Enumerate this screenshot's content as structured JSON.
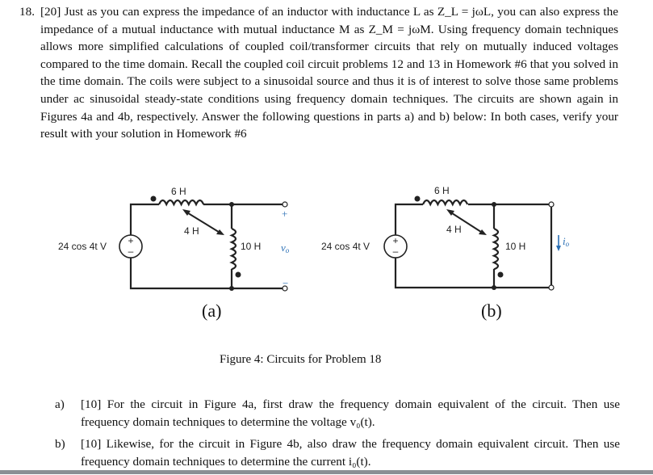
{
  "problem": {
    "number": "18.",
    "text": "[20] Just as you can express the impedance of an inductor with inductance L as Z_L = jωL, you can also express the impedance of a mutual inductance with mutual inductance M as Z_M = jωM. Using frequency domain techniques allows more simplified calculations of coupled coil/transformer circuits that rely on mutually induced voltages compared to the time domain. Recall the coupled coil circuit problems 12 and 13 in Homework #6 that you solved in the time domain. The coils were subject to a sinusoidal source and thus it is of interest to solve those same problems under ac sinusoidal steady-state conditions using frequency domain techniques. The circuits are shown again in Figures 4a and 4b, respectively. Answer the following questions in parts a) and b) below: In both cases, verify your result with your solution in Homework #6"
  },
  "circuits": [
    {
      "caption": "(a)",
      "source": "24 cos 4t V",
      "L1": "6 H",
      "M": "4 H",
      "L2": "10 H",
      "output": "v",
      "output_sub": "o",
      "plus": "+",
      "minus": "−"
    },
    {
      "caption": "(b)",
      "source": "24 cos 4t V",
      "L1": "6 H",
      "M": "4 H",
      "L2": "10 H",
      "output": "i",
      "output_sub": "o"
    }
  ],
  "figure_caption": "Figure 4: Circuits for Problem 18",
  "parts": [
    {
      "label": "a)",
      "text": "[10] For the circuit in Figure 4a, first draw the frequency domain equivalent of the circuit. Then use frequency domain techniques to determine the voltage v₀(t)."
    },
    {
      "label": "b)",
      "text": "[10] Likewise, for the circuit in Figure 4b, also draw the frequency domain equivalent circuit. Then use frequency domain techniques to determine the current i₀(t)."
    }
  ]
}
